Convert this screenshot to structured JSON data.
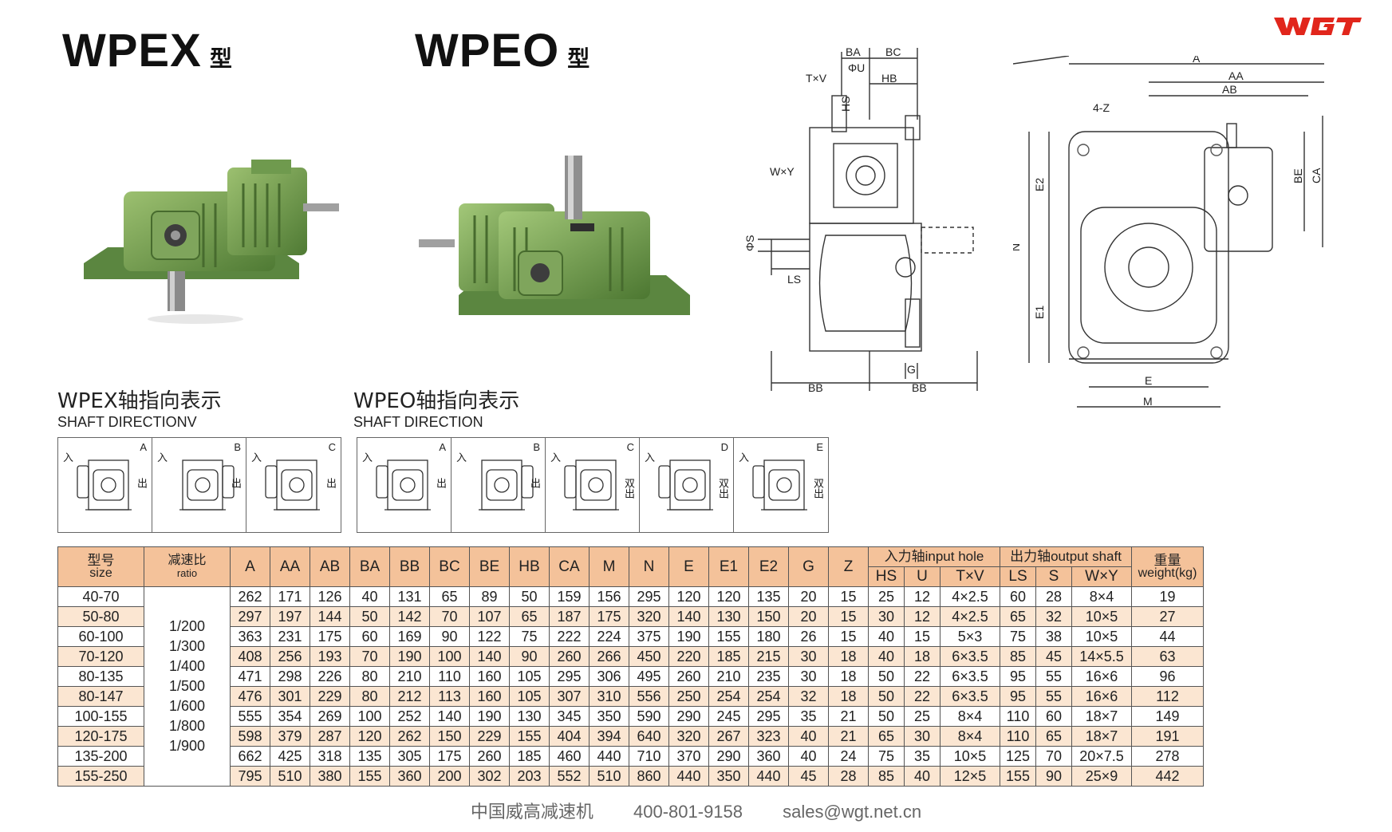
{
  "brand": "WGT",
  "titles": [
    {
      "model": "WPEX",
      "suffix": "型"
    },
    {
      "model": "WPEO",
      "suffix": "型"
    }
  ],
  "direction_labels": {
    "wpex_cn": "WPEX轴指向表示",
    "wpex_en": "SHAFT DIRECTIONV",
    "wpeo_cn": "WPEO轴指向表示",
    "wpeo_en": "SHAFT DIRECTION",
    "wpex_cells": [
      "A",
      "B",
      "C"
    ],
    "wpeo_cells": [
      "A",
      "B",
      "C",
      "D",
      "E"
    ],
    "in_char": "入",
    "out_char": "出",
    "double_out": "双出"
  },
  "drawing_labels": {
    "side": [
      "BA",
      "BC",
      "ΦU",
      "T×V",
      "HS",
      "HB",
      "W×Y",
      "ΦS",
      "LS",
      "BB",
      "BB",
      "G"
    ],
    "front": [
      "A",
      "AA",
      "AB",
      "4-Z",
      "BE",
      "CA",
      "E2",
      "N",
      "E1",
      "E",
      "M"
    ]
  },
  "table": {
    "header": {
      "size_cn": "型号",
      "size_en": "size",
      "ratio_cn": "减速比",
      "ratio_en": "ratio",
      "cols": [
        "A",
        "AA",
        "AB",
        "BA",
        "BB",
        "BC",
        "BE",
        "HB",
        "CA",
        "M",
        "N",
        "E",
        "E1",
        "E2",
        "G",
        "Z"
      ],
      "input_group": "入力轴input hole",
      "output_group": "出力轴output shaft",
      "weight_cn": "重量",
      "weight_en": "weight(kg)",
      "input_cols": [
        "HS",
        "U",
        "T×V"
      ],
      "output_cols": [
        "LS",
        "S",
        "W×Y"
      ]
    },
    "ratios": [
      "1/200",
      "1/300",
      "1/400",
      "1/500",
      "1/600",
      "1/800",
      "1/900"
    ],
    "rows": [
      {
        "size": "40-70",
        "vals": [
          "262",
          "171",
          "126",
          "40",
          "131",
          "65",
          "89",
          "50",
          "159",
          "156",
          "295",
          "120",
          "120",
          "135",
          "20",
          "15",
          "25",
          "12",
          "4×2.5",
          "60",
          "28",
          "8×4",
          "19"
        ]
      },
      {
        "size": "50-80",
        "vals": [
          "297",
          "197",
          "144",
          "50",
          "142",
          "70",
          "107",
          "65",
          "187",
          "175",
          "320",
          "140",
          "130",
          "150",
          "20",
          "15",
          "30",
          "12",
          "4×2.5",
          "65",
          "32",
          "10×5",
          "27"
        ]
      },
      {
        "size": "60-100",
        "vals": [
          "363",
          "231",
          "175",
          "60",
          "169",
          "90",
          "122",
          "75",
          "222",
          "224",
          "375",
          "190",
          "155",
          "180",
          "26",
          "15",
          "40",
          "15",
          "5×3",
          "75",
          "38",
          "10×5",
          "44"
        ]
      },
      {
        "size": "70-120",
        "vals": [
          "408",
          "256",
          "193",
          "70",
          "190",
          "100",
          "140",
          "90",
          "260",
          "266",
          "450",
          "220",
          "185",
          "215",
          "30",
          "18",
          "40",
          "18",
          "6×3.5",
          "85",
          "45",
          "14×5.5",
          "63"
        ]
      },
      {
        "size": "80-135",
        "vals": [
          "471",
          "298",
          "226",
          "80",
          "210",
          "110",
          "160",
          "105",
          "295",
          "306",
          "495",
          "260",
          "210",
          "235",
          "30",
          "18",
          "50",
          "22",
          "6×3.5",
          "95",
          "55",
          "16×6",
          "96"
        ]
      },
      {
        "size": "80-147",
        "vals": [
          "476",
          "301",
          "229",
          "80",
          "212",
          "113",
          "160",
          "105",
          "307",
          "310",
          "556",
          "250",
          "254",
          "254",
          "32",
          "18",
          "50",
          "22",
          "6×3.5",
          "95",
          "55",
          "16×6",
          "112"
        ]
      },
      {
        "size": "100-155",
        "vals": [
          "555",
          "354",
          "269",
          "100",
          "252",
          "140",
          "190",
          "130",
          "345",
          "350",
          "590",
          "290",
          "245",
          "295",
          "35",
          "21",
          "50",
          "25",
          "8×4",
          "110",
          "60",
          "18×7",
          "149"
        ]
      },
      {
        "size": "120-175",
        "vals": [
          "598",
          "379",
          "287",
          "120",
          "262",
          "150",
          "229",
          "155",
          "404",
          "394",
          "640",
          "320",
          "267",
          "323",
          "40",
          "21",
          "65",
          "30",
          "8×4",
          "110",
          "65",
          "18×7",
          "191"
        ]
      },
      {
        "size": "135-200",
        "vals": [
          "662",
          "425",
          "318",
          "135",
          "305",
          "175",
          "260",
          "185",
          "460",
          "440",
          "710",
          "370",
          "290",
          "360",
          "40",
          "24",
          "75",
          "35",
          "10×5",
          "125",
          "70",
          "20×7.5",
          "278"
        ]
      },
      {
        "size": "155-250",
        "vals": [
          "795",
          "510",
          "380",
          "155",
          "360",
          "200",
          "302",
          "203",
          "552",
          "510",
          "860",
          "440",
          "350",
          "440",
          "45",
          "28",
          "85",
          "40",
          "12×5",
          "155",
          "90",
          "25×9",
          "442"
        ]
      }
    ]
  },
  "footer": {
    "company": "中国威高减速机",
    "phone": "400-801-9158",
    "email": "sales@wgt.net.cn"
  },
  "colors": {
    "brand_red": "#e1261c",
    "header_bg": "#f4c29a",
    "stripe": "#fbe6d2",
    "gear_green": "#6f9a4e"
  }
}
